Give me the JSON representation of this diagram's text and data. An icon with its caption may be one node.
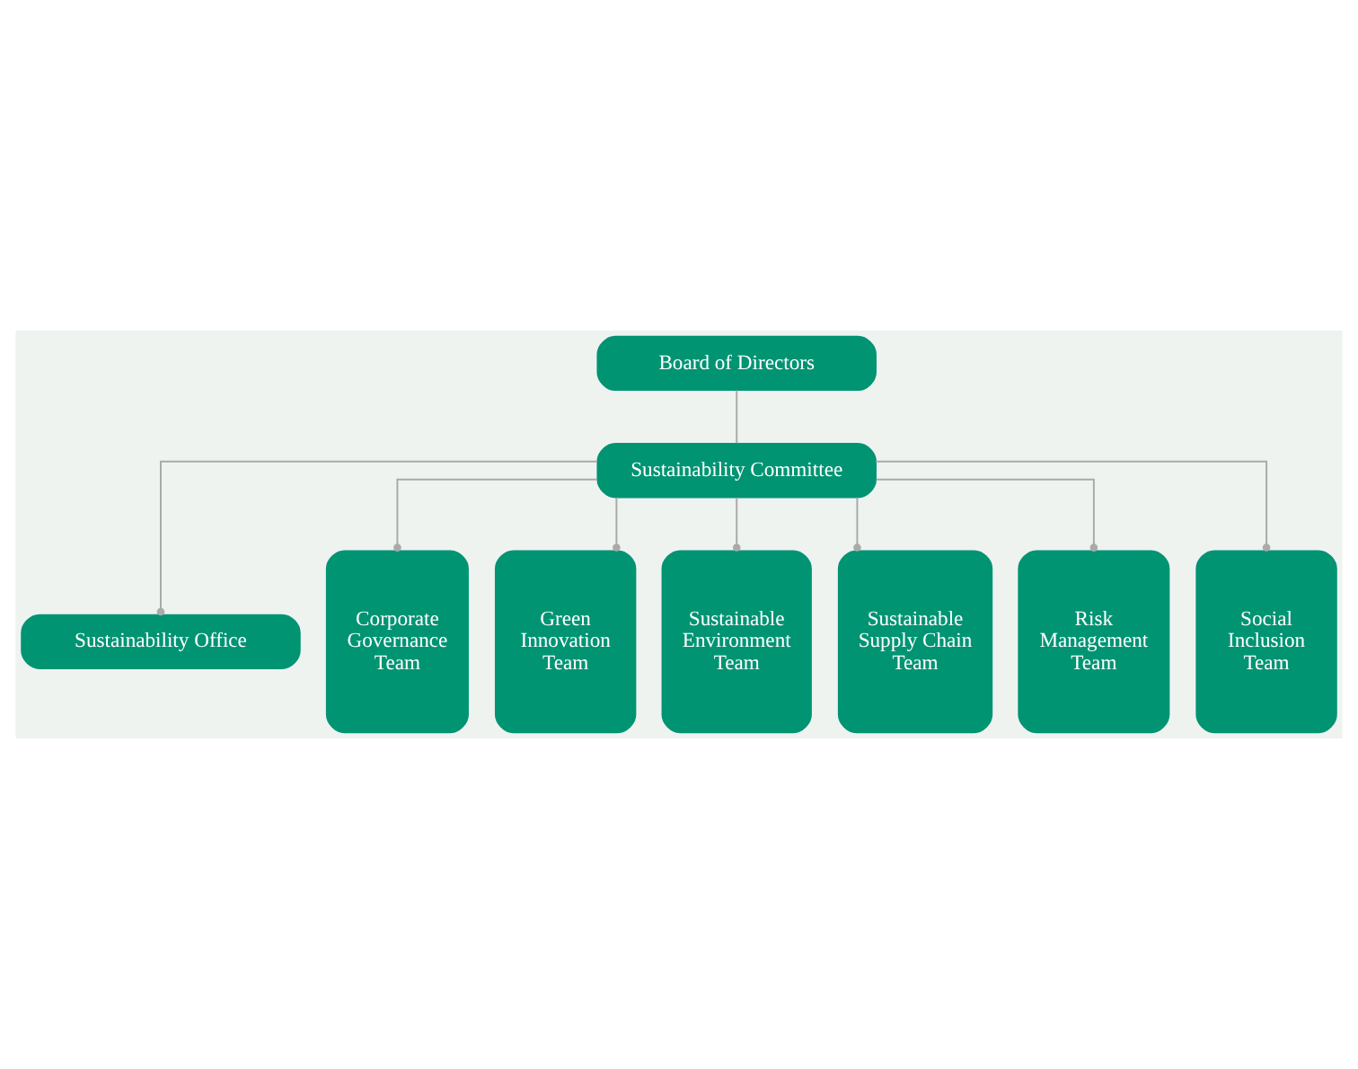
{
  "diagram": {
    "nodes": [
      {
        "text": [
          "Board of Directors"
        ]
      },
      {
        "text": [
          "Sustainability Committee"
        ]
      },
      {
        "text": [
          "Sustainability Office"
        ]
      },
      {
        "text": [
          "Corporate Governance Team"
        ]
      },
      {
        "text": [
          "Green Innovation Team"
        ]
      },
      {
        "text": [
          "Sustainable Environment Team"
        ]
      },
      {
        "text": [
          "Sustainable Supply Chain Team"
        ]
      },
      {
        "text": [
          "Risk Management Team"
        ]
      },
      {
        "text": [
          "Social Inclusion Team"
        ]
      }
    ],
    "edges": [
      {
        "from": 0,
        "to": 1,
        "arrow": "none"
      },
      {
        "from": 1,
        "to": 2,
        "arrow": "other"
      },
      {
        "from": 1,
        "to": 3,
        "arrow": "other"
      },
      {
        "from": 1,
        "to": 4,
        "arrow": "other"
      },
      {
        "from": 1,
        "to": 5,
        "arrow": "other"
      },
      {
        "from": 1,
        "to": 6,
        "arrow": "other"
      },
      {
        "from": 1,
        "to": 7,
        "arrow": "other"
      },
      {
        "from": 1,
        "to": 8,
        "arrow": "other"
      }
    ]
  }
}
